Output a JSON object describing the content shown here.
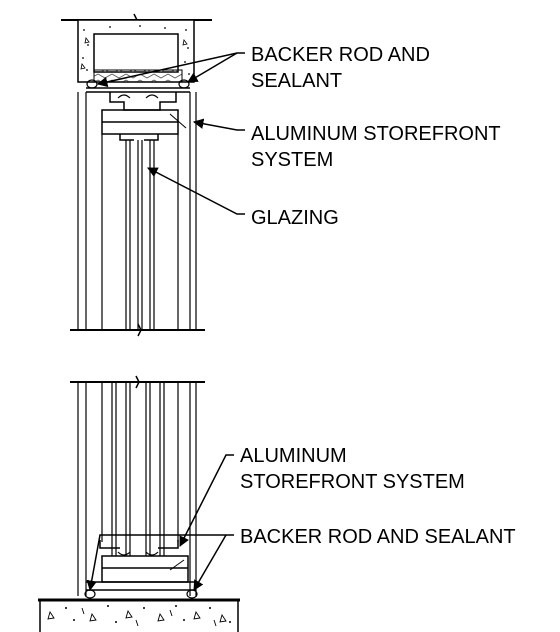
{
  "callouts": {
    "top_sealant": [
      "BACKER ROD AND",
      "SEALANT"
    ],
    "top_storefront": [
      "ALUMINUM STOREFRONT",
      "SYSTEM"
    ],
    "glazing": "GLAZING",
    "bottom_storefront": [
      "ALUMINUM",
      "STOREFRONT SYSTEM"
    ],
    "bottom_sealant": "BACKER ROD AND SEALANT"
  },
  "colors": {
    "line": "#000000",
    "background": "#ffffff",
    "hatch": "#666666"
  }
}
